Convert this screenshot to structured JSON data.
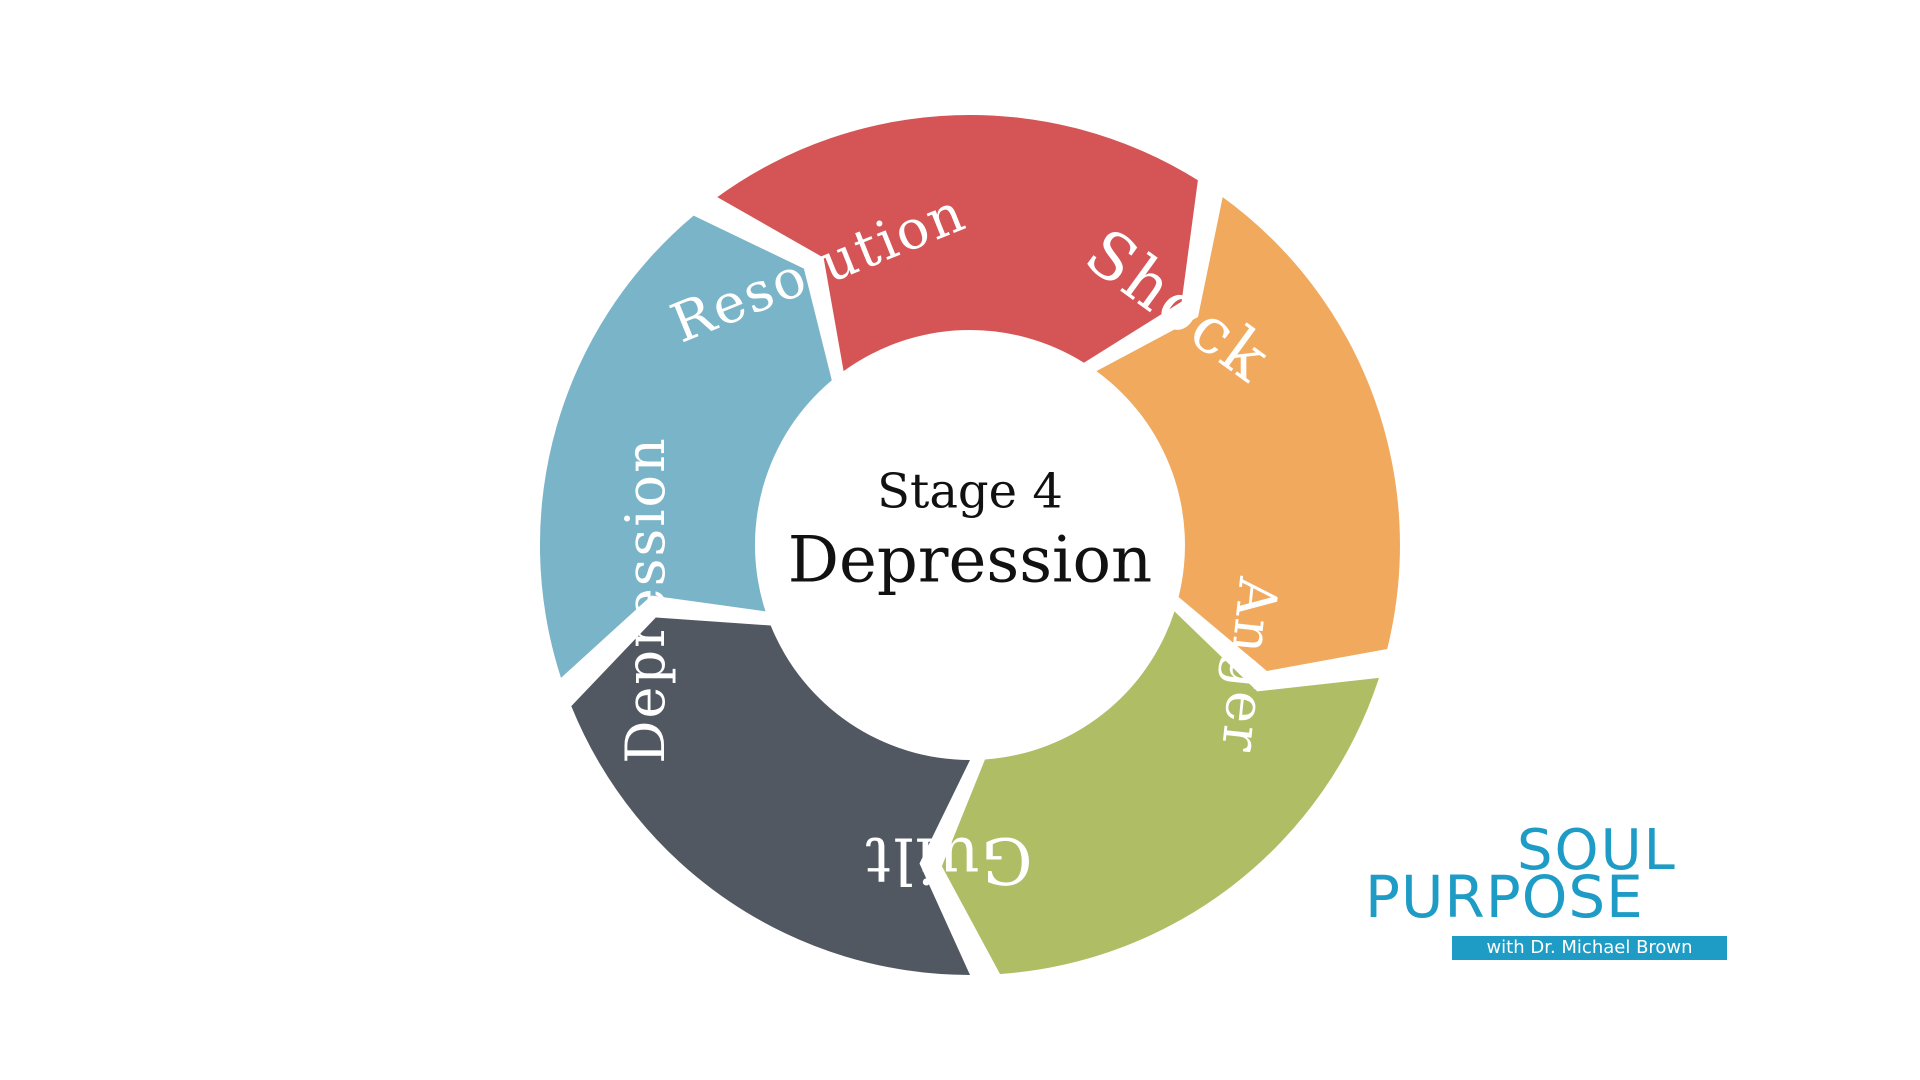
{
  "diagram": {
    "center": {
      "stage": "Stage 4",
      "name": "Depression"
    },
    "segments": [
      {
        "label": "Shock",
        "color": "#d55556"
      },
      {
        "label": "Anger",
        "color": "#f0a95d"
      },
      {
        "label": "Guilt",
        "color": "#afbd65"
      },
      {
        "label": "Depression",
        "color": "#515862"
      },
      {
        "label": "Resolution",
        "color": "#7ab4c8"
      }
    ]
  },
  "logo": {
    "line1": "SOUL",
    "line2": "PURPOSE",
    "tagline": "with Dr. Michael Brown",
    "color": "#1f9cc5"
  }
}
